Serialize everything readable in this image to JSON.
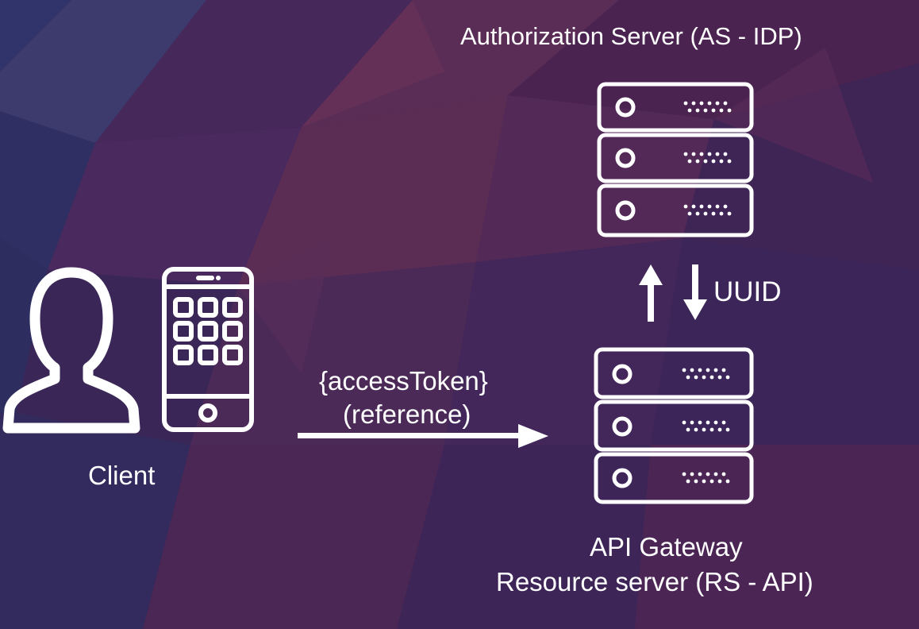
{
  "authorization_server": {
    "title": "Authorization Server (AS - IDP)"
  },
  "flow": {
    "token_label": "{accessToken}",
    "token_sublabel": "(reference)",
    "uuid_label": "UUID"
  },
  "client": {
    "label": "Client"
  },
  "api_gateway": {
    "title": "API Gateway",
    "subtitle": "Resource server (RS - API)"
  },
  "icons": {
    "person": "user-silhouette-icon",
    "phone": "smartphone-icon",
    "server": "server-rack-icon",
    "arrow": "arrow-icon"
  },
  "colors": {
    "foreground": "#ffffff",
    "background": "#3b2650"
  }
}
